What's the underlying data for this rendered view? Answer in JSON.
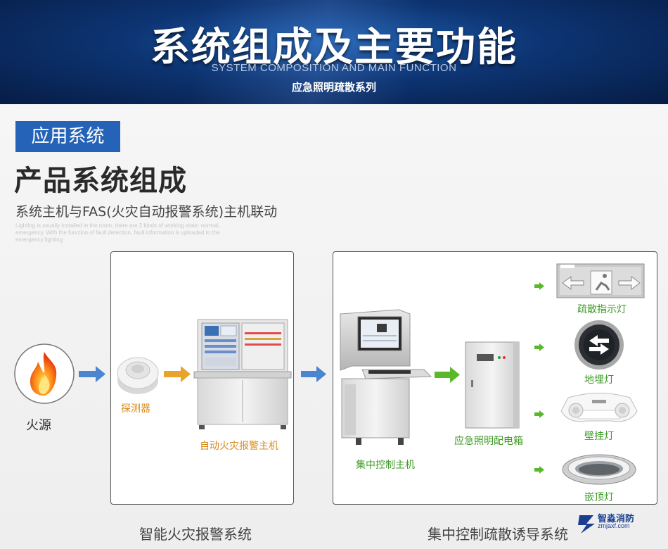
{
  "banner": {
    "title": "系统组成及主要功能",
    "subtitle": "SYSTEM COMPOSITION AND MAIN FUNCTION",
    "series": "应急照明疏散系列"
  },
  "section": {
    "tag": "应用系统",
    "heading": "产品系统组成",
    "subheading": "系统主机与FAS(火灾自动报警系统)主机联动",
    "note": "Lighting is usually installed in the room, there are 2 kinds of working state: normal, emergency. With the function of fault detection, fault information is uploaded to the emergency lighting"
  },
  "diagram": {
    "fire_source": "火源",
    "detector": "探测器",
    "fire_alarm_host": "自动火灾报警主机",
    "central_host": "集中控制主机",
    "distribution_box": "应急照明配电箱",
    "devices": [
      {
        "label": "疏散指示灯",
        "icon": "exit-sign-icon"
      },
      {
        "label": "地埋灯",
        "icon": "buried-light-icon"
      },
      {
        "label": "壁挂灯",
        "icon": "wall-light-icon"
      },
      {
        "label": "嵌顶灯",
        "icon": "ceiling-light-icon"
      }
    ],
    "left_system": "智能火灾报警系统",
    "right_system": "集中控制疏散诱导系统"
  },
  "logo": {
    "name": "智淼消防",
    "url": "zmjaxf.com"
  },
  "colors": {
    "accent_blue": "#2563b8",
    "flow_blue": "#4a86cf",
    "flow_orange": "#e9a22a",
    "flow_green": "#5bb82a",
    "label_orange": "#d98a1a",
    "label_green": "#3e9a25"
  }
}
